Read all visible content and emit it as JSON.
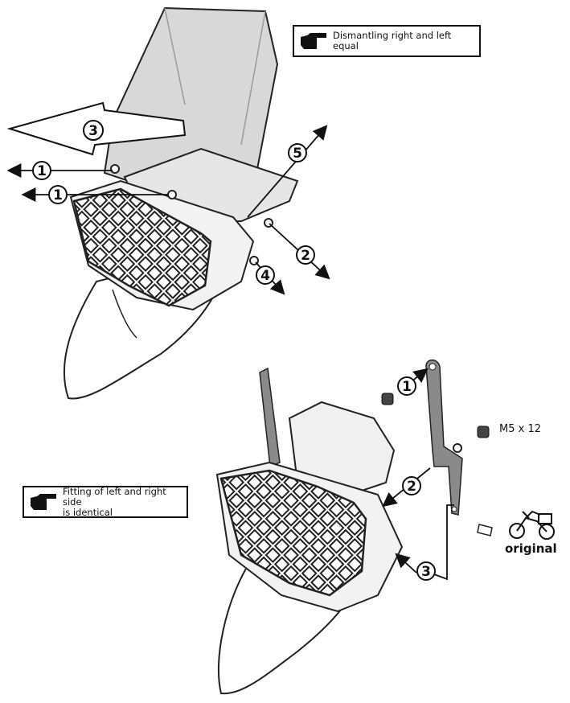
{
  "notes": {
    "top": "Dismantling right and left equal",
    "bottom": "Fitting of left and right side\nis identical"
  },
  "callouts": {
    "remove_screw_upper": "1",
    "remove_screw_lower": "1",
    "lower_screw": "2",
    "top_fairing": "3",
    "side_screw": "4",
    "windscreen_tab": "5",
    "bracket_screw": "1",
    "bracket_mount": "2",
    "bracket_bottom": "3"
  },
  "labels": {
    "screw_size": "M5 x 12",
    "original": "original"
  },
  "icons": [
    "hand-pointer-icon",
    "hand-pointer-icon",
    "motorcycle-icon"
  ]
}
